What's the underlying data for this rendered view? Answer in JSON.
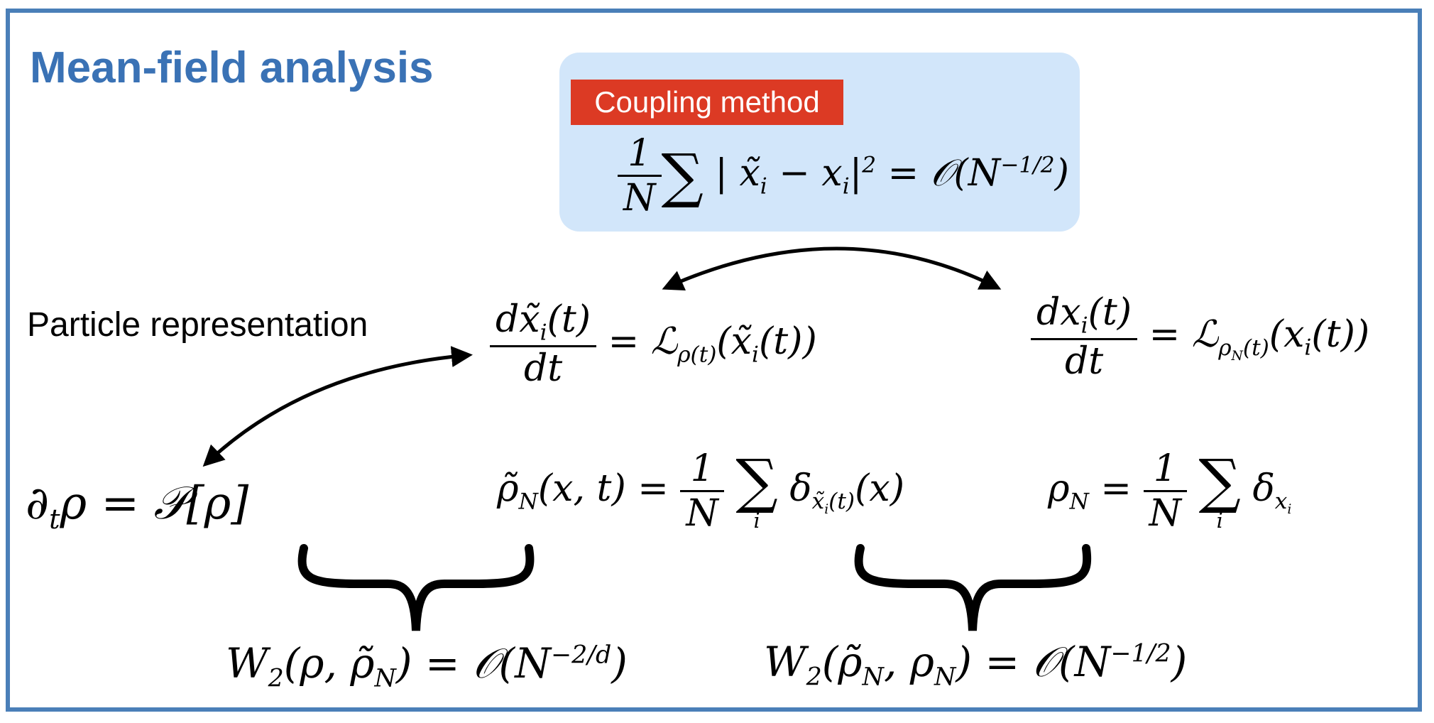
{
  "title": "Mean-field analysis",
  "coupling": {
    "tag": "Coupling method",
    "eq_frac_num": "1",
    "eq_frac_den": "N",
    "eq_sum": "∑",
    "eq_body": "| x̃",
    "eq_i": "i",
    "eq_minus": " − x",
    "eq_i2": "i",
    "eq_abs": "|",
    "eq_sq": "2",
    "eq_rhs": " = 𝒪(N",
    "eq_rhs_exp": "−1/2",
    "eq_rhs_close": ")"
  },
  "particle_label": "Particle representation",
  "tilde_ode": {
    "num": "dx̃",
    "num_sub": "i",
    "num_tail": "(t)",
    "den": "dt",
    "rhs": "= ℒ",
    "rhs_sub": "ρ(t)",
    "rhs_tail": "(x̃",
    "rhs_tail_sub": "i",
    "rhs_tail_end": "(t))"
  },
  "ode": {
    "num": "dx",
    "num_sub": "i",
    "num_tail": "(t)",
    "den": "dt",
    "rhs": "= ℒ",
    "rhs_sub": "ρ",
    "rhs_sub_sub": "N",
    "rhs_sub_tail": "(t)",
    "rhs_tail": "(x",
    "rhs_tail_sub": "i",
    "rhs_tail_end": "(t))"
  },
  "pde": {
    "lhs": "∂",
    "lhs_sub": "t",
    "lhs_tail": "ρ = 𝒫[ρ]"
  },
  "tilde_rho": {
    "lhs": "ρ̃",
    "lhs_sub": "N",
    "lhs_tail": "(x, t) =",
    "frac_num": "1",
    "frac_den": "N",
    "sum": "∑",
    "sum_under": "i",
    "delta": "δ",
    "delta_sub": "x̃",
    "delta_sub_sub": "i",
    "delta_sub_tail": "(t)",
    "tail": "(x)"
  },
  "rho_n": {
    "lhs": "ρ",
    "lhs_sub": "N",
    "eq": " =",
    "frac_num": "1",
    "frac_den": "N",
    "sum": "∑",
    "sum_under": "i",
    "delta": "δ",
    "delta_sub": "x",
    "delta_sub_sub": "i"
  },
  "w2_left": {
    "lhs": "W",
    "lhs_sub": "2",
    "args": "(ρ, ρ̃",
    "args_sub": "N",
    "rhs": ") = 𝒪(N",
    "rhs_exp": "−2/d",
    "rhs_close": ")"
  },
  "w2_right": {
    "lhs": "W",
    "lhs_sub": "2",
    "args": "(ρ̃",
    "args_sub": "N",
    "args_mid": ", ρ",
    "args_sub2": "N",
    "rhs": ") = 𝒪(N",
    "rhs_exp": "−1/2",
    "rhs_close": ")"
  },
  "colors": {
    "title": "#3a72b5",
    "frame": "#4a7fb8",
    "coupling_bg": "#d2e6fa",
    "coupling_tag": "#dc3a24"
  }
}
